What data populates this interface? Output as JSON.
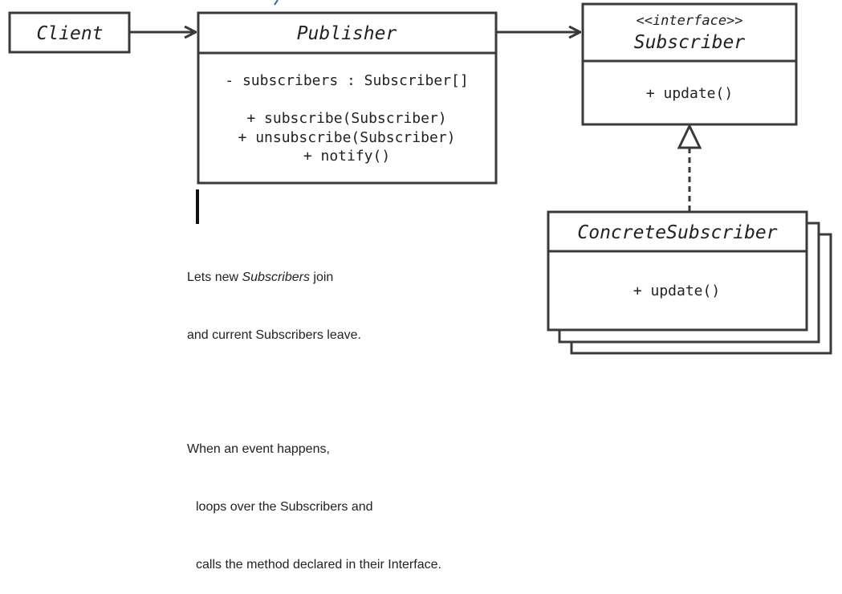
{
  "client": {
    "title": "Client"
  },
  "publisher": {
    "title": "Publisher",
    "field": "- subscribers : Subscriber[]",
    "methods": [
      "+ subscribe(Subscriber)",
      "+ unsubscribe(Subscriber)",
      "+ notify()"
    ]
  },
  "subscriber": {
    "stereotype": "<<interface>>",
    "title": "Subscriber",
    "method": "+ update()"
  },
  "concrete": {
    "title": "ConcreteSubscriber",
    "method": "+ update()"
  },
  "note": {
    "line1_pre": "Lets new ",
    "line1_em": "Subscribers",
    "line1_post": " join",
    "line2": "and current Subscribers leave.",
    "line3": "When an event happens,",
    "line4": "loops over the Subscribers and",
    "line5": "calls the method declared in their Interface."
  },
  "colors": {
    "stroke": "#3a3a3a",
    "background": "#ffffff",
    "text": "#222222"
  }
}
